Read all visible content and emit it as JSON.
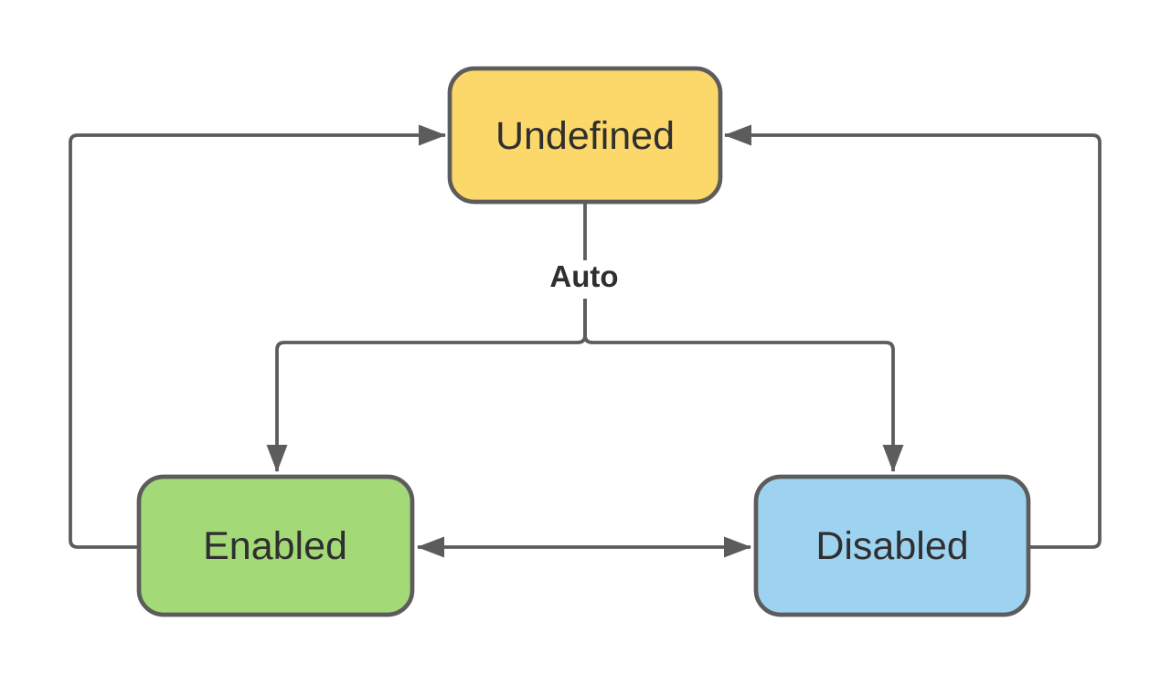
{
  "diagram": {
    "type": "state-machine",
    "background_color": "#FFFFFF",
    "connector_color": "#5C5C5C",
    "label_color": "#2F2F2F",
    "nodes": {
      "undefined": {
        "label": "Undefined",
        "fill": "#FCD86A"
      },
      "enabled": {
        "label": "Enabled",
        "fill": "#A3D977"
      },
      "disabled": {
        "label": "Disabled",
        "fill": "#9DD3F1"
      }
    },
    "edges": [
      {
        "from": "Undefined",
        "to": "Enabled",
        "label": "Auto"
      },
      {
        "from": "Undefined",
        "to": "Disabled",
        "label": "Auto"
      },
      {
        "from": "Enabled",
        "to": "Undefined",
        "label": ""
      },
      {
        "from": "Disabled",
        "to": "Undefined",
        "label": ""
      },
      {
        "from": "Enabled",
        "to": "Disabled",
        "label": "",
        "bidirectional": true
      }
    ]
  }
}
